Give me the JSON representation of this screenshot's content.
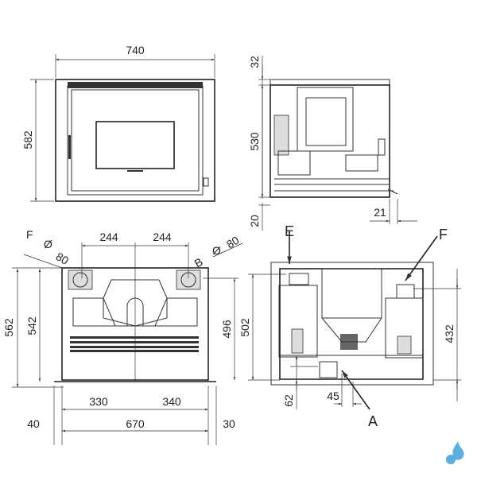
{
  "front_view": {
    "width": "740",
    "height": "582"
  },
  "side_view": {
    "top_offset": "32",
    "height": "530",
    "bottom_offset": "20",
    "depth_offset": "21"
  },
  "rear_view": {
    "flue_left_label": "F",
    "flue_left_diameter": "80",
    "flue_right_label": "B",
    "flue_right_diameter": "80",
    "flue_spacing_left": "244",
    "flue_spacing_right": "244",
    "height_total": "562",
    "height_body": "542",
    "height_inner": "496",
    "bottom_left": "330",
    "bottom_right": "340",
    "width": "670",
    "margin_left": "40",
    "margin_right": "30",
    "phi_symbol": "Ø"
  },
  "section_view": {
    "height_left": "502",
    "height_right": "432",
    "offset_bottom": "62",
    "offset_width": "45",
    "label_e": "E",
    "label_f": "F",
    "label_a": "A"
  },
  "colors": {
    "logo": "#5aaee0"
  }
}
